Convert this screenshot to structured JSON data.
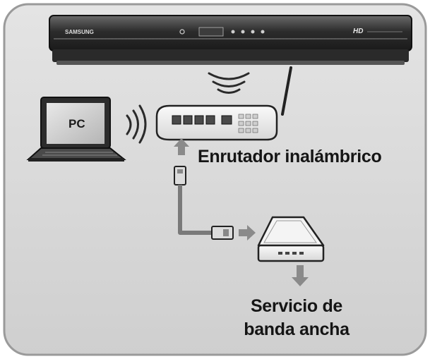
{
  "player": {
    "brand": "SAMSUNG",
    "badge": "HD"
  },
  "laptop": {
    "screen_text": "PC"
  },
  "labels": {
    "router": "Enrutador inalámbrico",
    "service_line1": "Servicio de",
    "service_line2": "banda ancha"
  },
  "colors": {
    "panel": "#d6d6d6",
    "panel_border": "#9a9a9a",
    "device_dark": "#3a3a3a",
    "cable": "#7a7a7a",
    "arrow": "#8a8a8a",
    "text": "#151515"
  }
}
